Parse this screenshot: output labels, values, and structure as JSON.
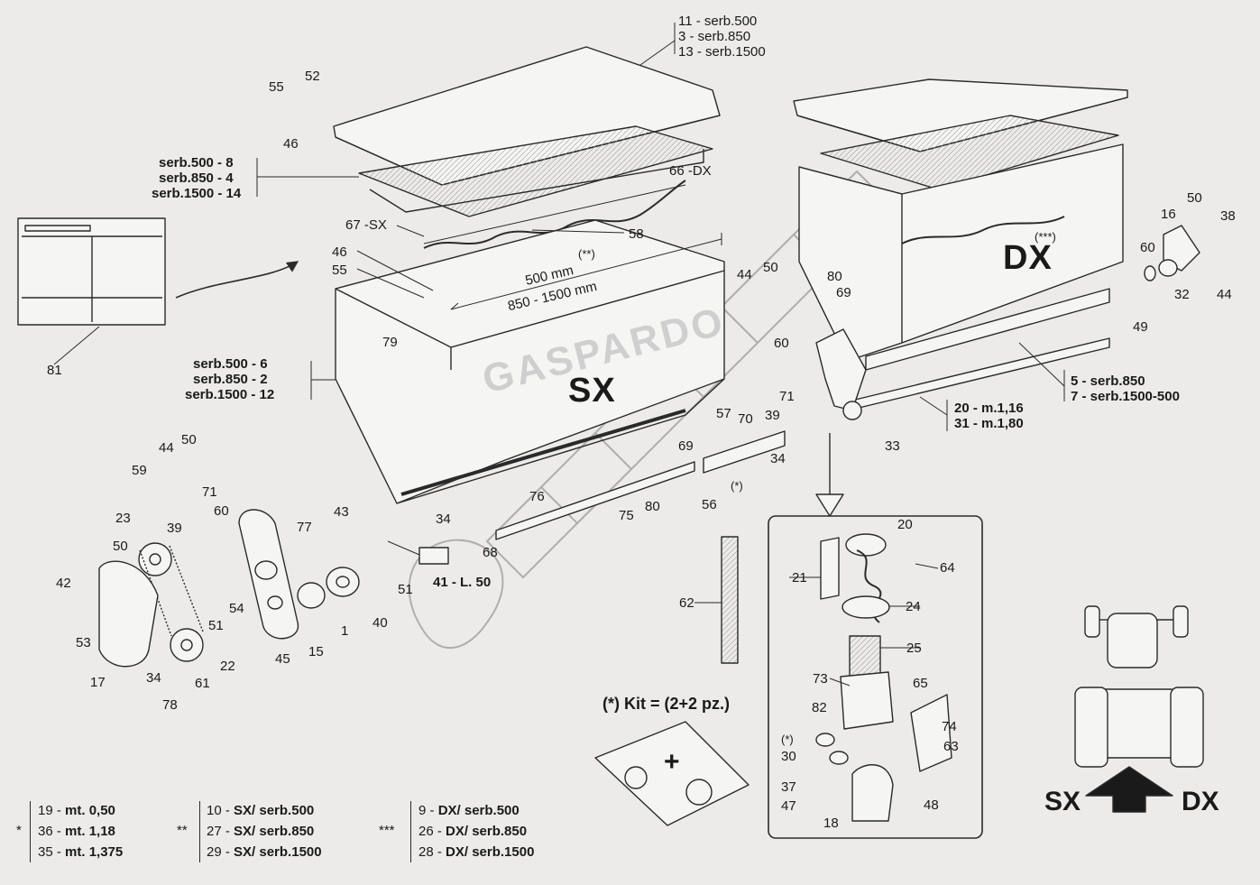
{
  "titles": {
    "sx_label": "SX",
    "dx_label": "DX",
    "brand_watermark": "GASPARDO",
    "kit_note": "(*) Kit = (2+2 pz.)",
    "orientation_left": "SX",
    "orientation_right": "DX"
  },
  "callouts": {
    "lid_left_group": [
      "11 - serb.500",
      "3 - serb.850",
      "13 - serb.1500"
    ],
    "screen_left_group": [
      "serb.500 - 8",
      "serb.850 - 4",
      "serb.1500 - 14"
    ],
    "hopper_left_group": [
      "serb.500 - 6",
      "serb.850 - 2",
      "serb.1500 - 12"
    ],
    "bar_right_group": [
      "5 - serb.850",
      "7 - serb.1500-500"
    ],
    "shaft_group": [
      "20 - m.1,16",
      "31 - m.1,80"
    ],
    "auger_dx": "66 -DX",
    "auger_sx": "67 -SX",
    "dim_500": "500 mm",
    "dim_850_1500": "850 - 1500 mm",
    "double_star": "(**)",
    "triple_star": "(***)",
    "single_star_a": "(*)",
    "single_star_b": "(*)",
    "part_41": "41 - L. 50"
  },
  "part_numbers": {
    "p55a": "55",
    "p52": "52",
    "p46a": "46",
    "p46b": "46",
    "p55b": "55",
    "p58": "58",
    "p79": "79",
    "p81": "81",
    "p44a": "44",
    "p50a": "50",
    "p80a": "80",
    "p69a": "69",
    "p60a": "60",
    "p71a": "71",
    "p57": "57",
    "p70": "70",
    "p39a": "39",
    "p33": "33",
    "p34a": "34",
    "p69b": "69",
    "p80b": "80",
    "p56": "56",
    "p75": "75",
    "p76": "76",
    "p68": "68",
    "p34b": "34",
    "p49": "49",
    "p16": "16",
    "p50b": "50",
    "p38": "38",
    "p60b": "60",
    "p32": "32",
    "p44b": "44",
    "p44c": "44",
    "p50c": "50",
    "p59": "59",
    "p71b": "71",
    "p23": "23",
    "p39b": "39",
    "p60c": "60",
    "p77": "77",
    "p43": "43",
    "p50d": "50",
    "p42": "42",
    "p53": "53",
    "p17": "17",
    "p34c": "34",
    "p78": "78",
    "p61": "61",
    "p22": "22",
    "p51a": "51",
    "p54": "54",
    "p45": "45",
    "p15": "15",
    "p1": "1",
    "p40": "40",
    "p51b": "51",
    "p62": "62",
    "p20": "20",
    "p21": "21",
    "p64": "64",
    "p24": "24",
    "p25": "25",
    "p73": "73",
    "p65": "65",
    "p82": "82",
    "p74": "74",
    "p63": "63",
    "p30": "30",
    "p37": "37",
    "p47": "47",
    "p18": "18",
    "p48": "48"
  },
  "legend": {
    "col1": [
      {
        "code": "19",
        "desc": "mt. 0,50"
      },
      {
        "code": "36",
        "desc": "mt. 1,18"
      },
      {
        "code": "35",
        "desc": "mt. 1,375"
      }
    ],
    "col1_marker": "*",
    "col2": [
      {
        "code": "10",
        "desc": "SX/ serb.500"
      },
      {
        "code": "27",
        "desc": "SX/ serb.850"
      },
      {
        "code": "29",
        "desc": "SX/ serb.1500"
      }
    ],
    "col2_marker": "**",
    "col3": [
      {
        "code": "9",
        "desc": "DX/ serb.500"
      },
      {
        "code": "26",
        "desc": "DX/ serb.850"
      },
      {
        "code": "28",
        "desc": "DX/ serb.1500"
      }
    ],
    "col3_marker": "***"
  },
  "colors": {
    "background": "#ecebe9",
    "line": "#2a2a2a",
    "fill": "#f5f5f3",
    "watermark": "#c8c8c8"
  }
}
